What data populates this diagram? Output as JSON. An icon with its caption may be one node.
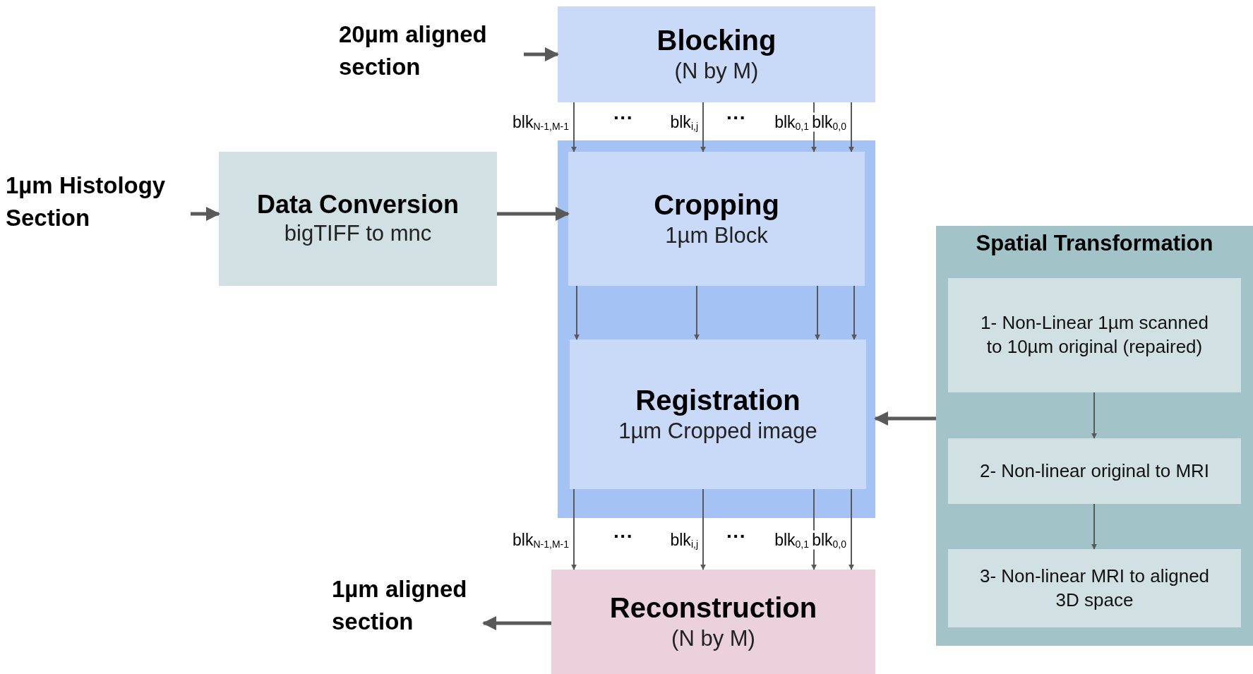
{
  "diagram": {
    "nodes": [
      {
        "text": [
          "20µm aligned section"
        ]
      },
      {
        "text": [
          "Blocking",
          "(N by M)"
        ]
      },
      {
        "text": [
          "1µm Histology Section"
        ]
      },
      {
        "text": [
          "Data Conversion",
          "bigTIFF to mnc"
        ]
      },
      {
        "text": [],
        "shape": "box"
      },
      {
        "text": [
          "Cropping",
          "1µm Block"
        ],
        "in": 4
      },
      {
        "text": [
          "Registration",
          "1µm Cropped image"
        ],
        "in": 4
      },
      {
        "text": [
          "Spatial Transformation"
        ]
      },
      {
        "text": [
          "1- Non-Linear 1µm scanned to 10µm original (repaired)"
        ],
        "in": 7
      },
      {
        "text": [
          "2- Non-linear original to MRI"
        ],
        "in": 7
      },
      {
        "text": [
          "3- Non-linear MRI to aligned 3D space"
        ],
        "in": 7
      },
      {
        "text": [
          "1µm aligned section"
        ]
      },
      {
        "text": [
          "Reconstruction",
          "(N by M)"
        ]
      }
    ],
    "edges": [
      {
        "from": 0,
        "to": 1,
        "arrow": "to",
        "style": "thick"
      },
      {
        "from": 2,
        "to": 3,
        "arrow": "to",
        "style": "thick"
      },
      {
        "from": 3,
        "to": 5,
        "arrow": "to",
        "style": "thick"
      },
      {
        "from": 1,
        "to": 5,
        "arrow": "to",
        "label": "blk$_{N-1,M-1}$"
      },
      {
        "from": 1,
        "to": 5,
        "arrow": "to",
        "label": "blk$_{i,j}$"
      },
      {
        "from": 1,
        "to": 5,
        "arrow": "to",
        "label": "blk$_{0,1}$"
      },
      {
        "from": 1,
        "to": 5,
        "arrow": "to",
        "label": "blk$_{0,0}$"
      },
      {
        "from": 5,
        "to": 6,
        "arrow": "to"
      },
      {
        "from": 5,
        "to": 6,
        "arrow": "to"
      },
      {
        "from": 5,
        "to": 6,
        "arrow": "to"
      },
      {
        "from": 5,
        "to": 6,
        "arrow": "to"
      },
      {
        "from": 6,
        "to": 12,
        "arrow": "to",
        "label": "blk$_{N-1,M-1}$"
      },
      {
        "from": 6,
        "to": 12,
        "arrow": "to",
        "label": "blk$_{i,j}$"
      },
      {
        "from": 6,
        "to": 12,
        "arrow": "to",
        "label": "blk$_{0,1}$"
      },
      {
        "from": 6,
        "to": 12,
        "arrow": "to",
        "label": "blk$_{0,0}$"
      },
      {
        "from": 7,
        "to": 4,
        "arrow": "to",
        "style": "thick"
      },
      {
        "from": 8,
        "to": 9,
        "arrow": "to"
      },
      {
        "from": 9,
        "to": 10,
        "arrow": "to"
      },
      {
        "from": 12,
        "to": 11,
        "arrow": "to",
        "style": "thick"
      }
    ],
    "labels": [
      "···",
      "···",
      "···",
      "···"
    ]
  }
}
